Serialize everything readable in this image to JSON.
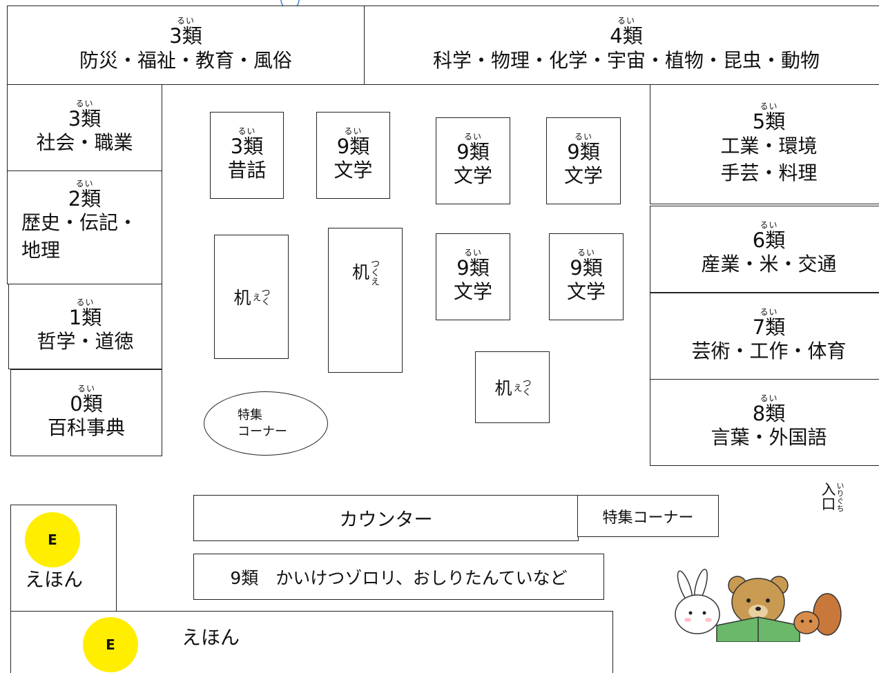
{
  "ruby_rui": "るい",
  "ruby_tsukue": "つくえ",
  "ruby_iriguchi": "いりぐち",
  "top": {
    "c3": {
      "cls": "3類",
      "text": "防災・福祉・教育・風俗"
    },
    "c4": {
      "cls": "4類",
      "text": "科学・物理・化学・宇宙・植物・昆虫・動物"
    }
  },
  "left": [
    {
      "cls": "3類",
      "lines": [
        "社会・職業"
      ]
    },
    {
      "cls": "2類",
      "lines": [
        "歴史・伝記・",
        "地理"
      ]
    },
    {
      "cls": "1類",
      "lines": [
        "哲学・道徳"
      ]
    },
    {
      "cls": "0類",
      "lines": [
        "百科事典"
      ]
    }
  ],
  "right": [
    {
      "cls": "5類",
      "lines": [
        "工業・環境",
        "手芸・料理"
      ]
    },
    {
      "cls": "6類",
      "lines": [
        "産業・米・交通"
      ]
    },
    {
      "cls": "7類",
      "lines": [
        "芸術・工作・体育"
      ]
    },
    {
      "cls": "8類",
      "lines": [
        "言葉・外国語"
      ]
    }
  ],
  "shelves": [
    {
      "cls": "3類",
      "text": "昔話"
    },
    {
      "cls": "9類",
      "text": "文学"
    },
    {
      "cls": "9類",
      "text": "文学"
    },
    {
      "cls": "9類",
      "text": "文学"
    },
    {
      "cls": "9類",
      "text": "文学"
    },
    {
      "cls": "9類",
      "text": "文学"
    }
  ],
  "desk_label": "机",
  "feature_oval": [
    "特集",
    "コーナー"
  ],
  "counter": "カウンター",
  "feature_corner": "特集コーナー",
  "entrance": "入口",
  "shelf9_bottom": "9類　かいけつゾロリ、おしりたんていなど",
  "ehon": {
    "badge": "E",
    "label": "えほん"
  }
}
